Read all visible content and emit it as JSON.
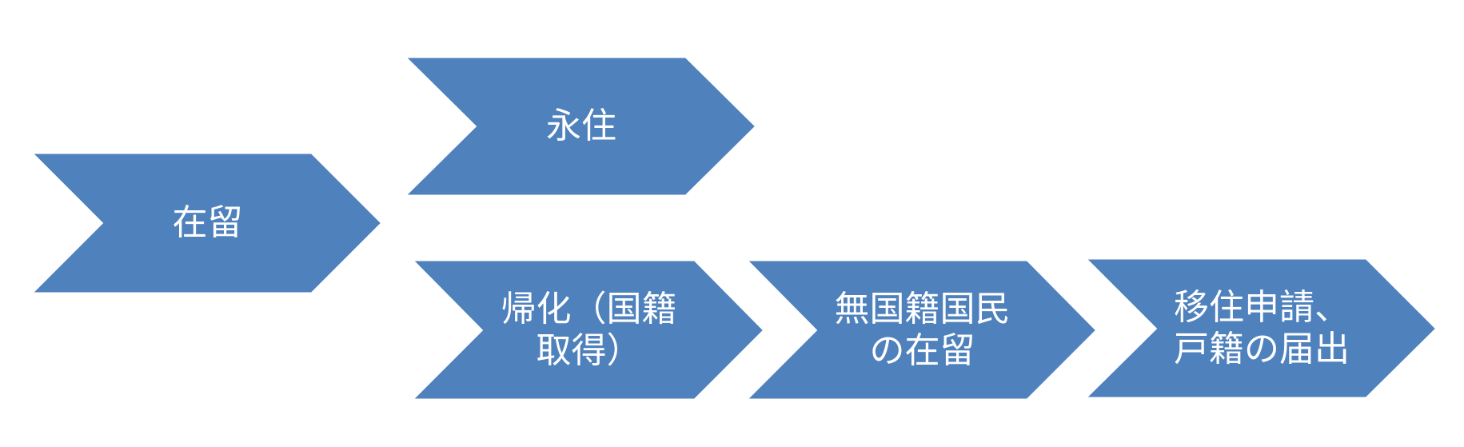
{
  "colors": {
    "chevron_fill": "#4f81bd",
    "text": "#ffffff",
    "background": "#ffffff"
  },
  "steps": [
    {
      "id": "residence",
      "lines": [
        "在留"
      ]
    },
    {
      "id": "permanent-residence",
      "lines": [
        "永住"
      ]
    },
    {
      "id": "naturalization",
      "lines": [
        "帰化（国籍",
        "取得）"
      ]
    },
    {
      "id": "stateless-residence",
      "lines": [
        "無国籍国民",
        "の在留"
      ]
    },
    {
      "id": "relocation-registration",
      "lines": [
        "移住申請、",
        "戸籍の届出"
      ]
    }
  ]
}
